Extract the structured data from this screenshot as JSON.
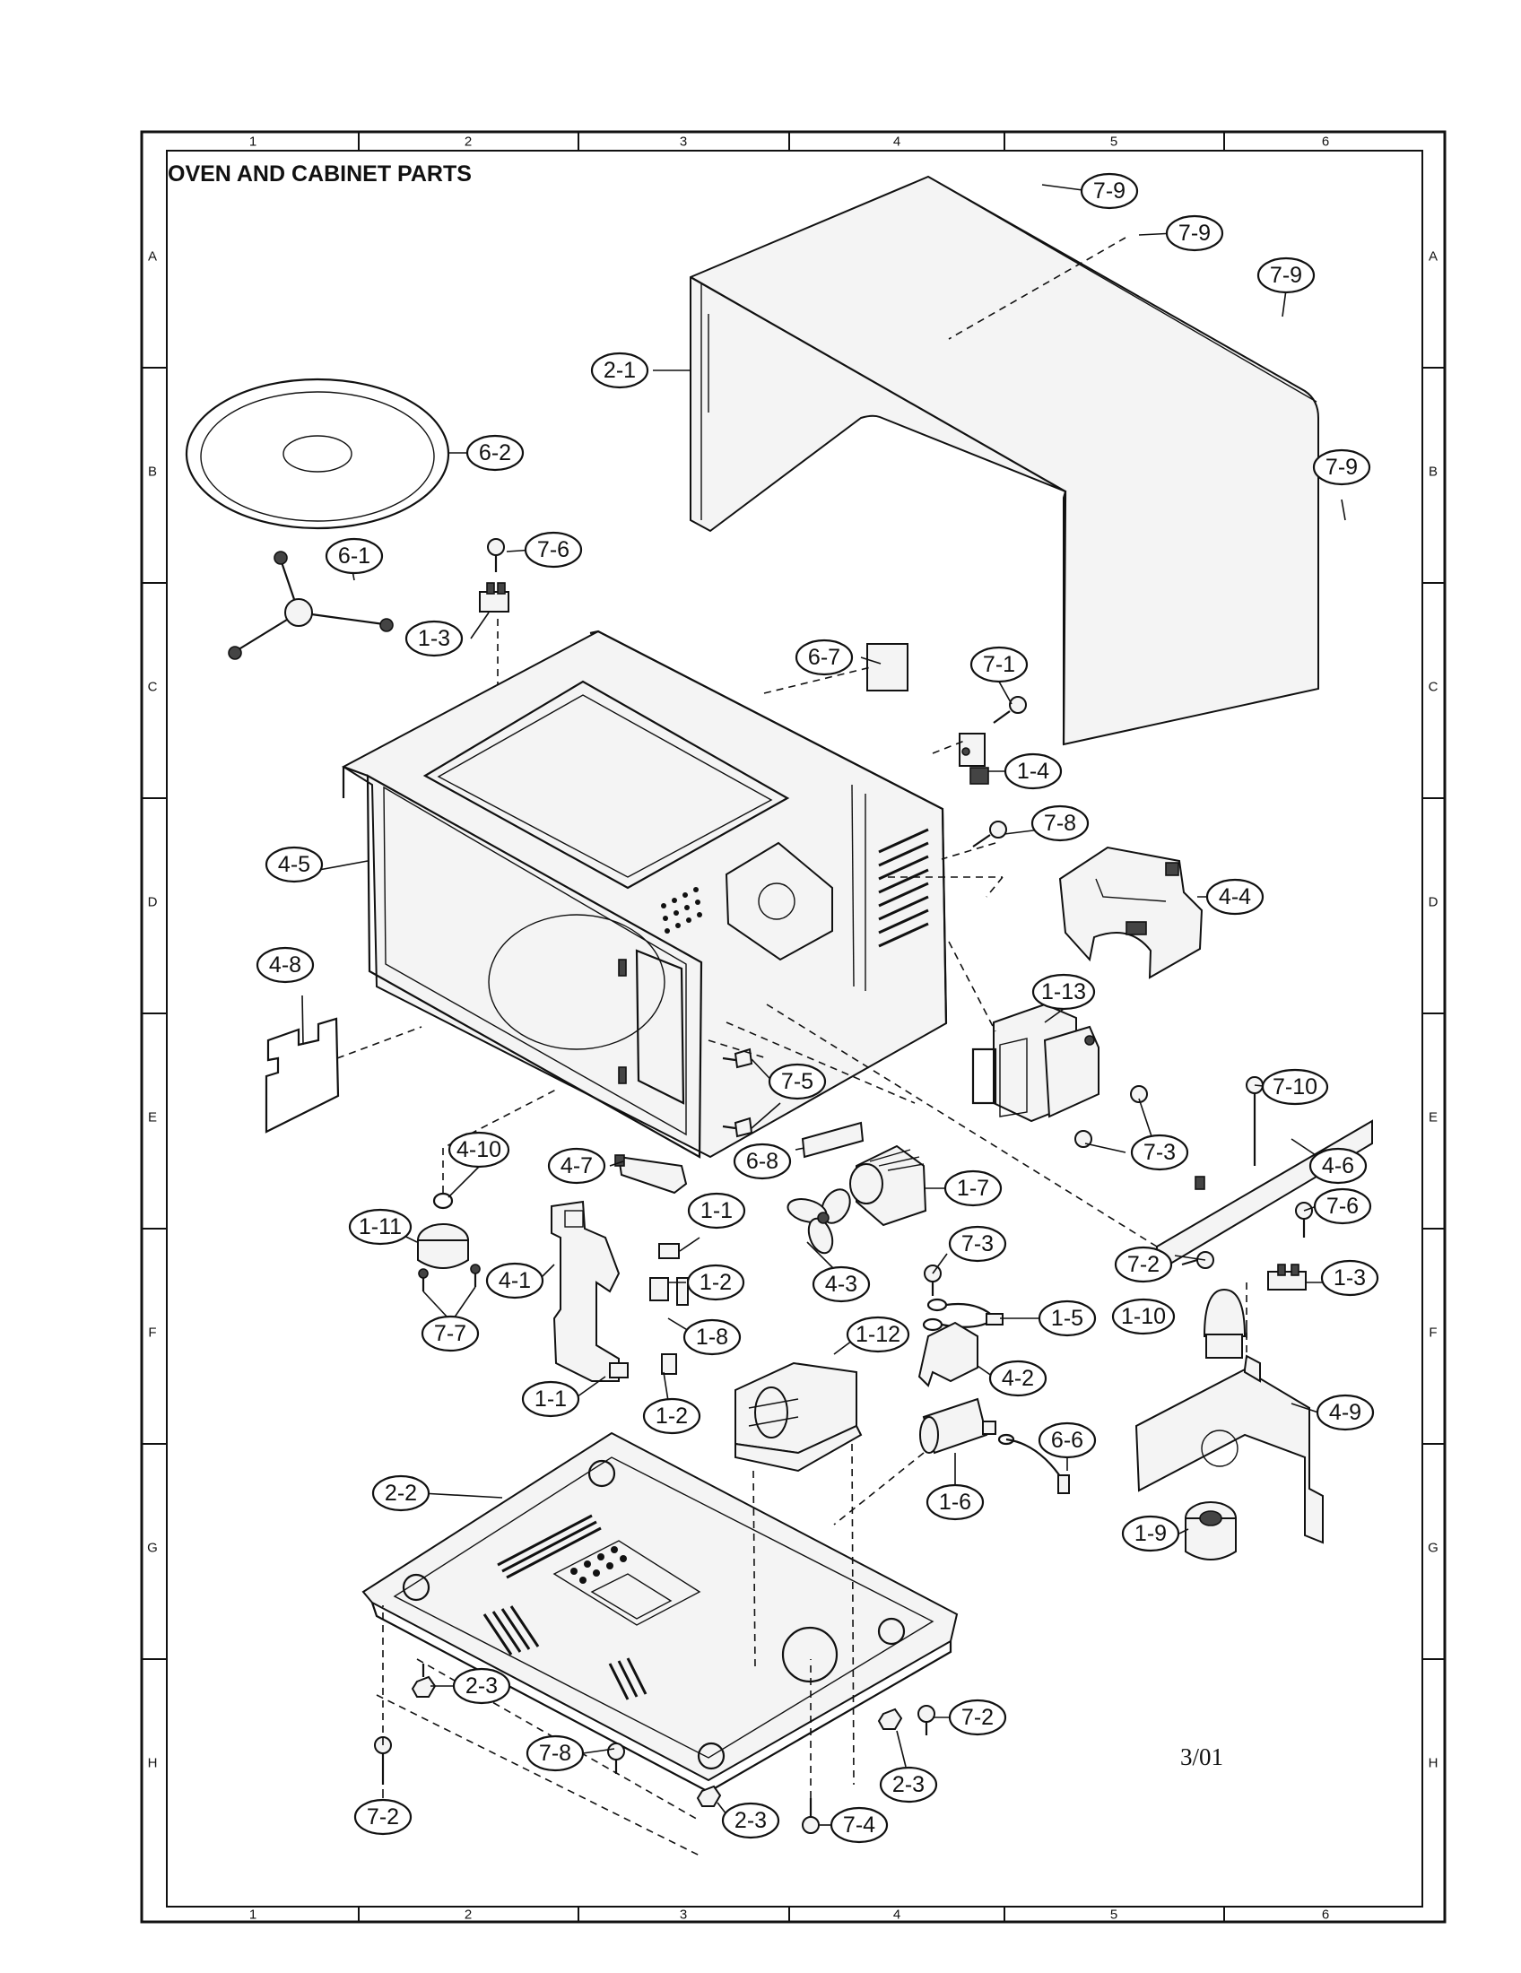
{
  "title": "OVEN AND CABINET PARTS",
  "date_code": "3/01",
  "grid": {
    "columns": [
      "1",
      "2",
      "3",
      "4",
      "5",
      "6"
    ],
    "rows": [
      "A",
      "B",
      "C",
      "D",
      "E",
      "F",
      "G",
      "H"
    ]
  },
  "callouts": [
    {
      "id": "c-7-9a",
      "label": "7-9"
    },
    {
      "id": "c-7-9b",
      "label": "7-9"
    },
    {
      "id": "c-7-9c",
      "label": "7-9"
    },
    {
      "id": "c-7-9d",
      "label": "7-9"
    },
    {
      "id": "c-2-1",
      "label": "2-1"
    },
    {
      "id": "c-6-2",
      "label": "6-2"
    },
    {
      "id": "c-6-1",
      "label": "6-1"
    },
    {
      "id": "c-7-6a",
      "label": "7-6"
    },
    {
      "id": "c-1-3a",
      "label": "1-3"
    },
    {
      "id": "c-6-7",
      "label": "6-7"
    },
    {
      "id": "c-7-1",
      "label": "7-1"
    },
    {
      "id": "c-1-4",
      "label": "1-4"
    },
    {
      "id": "c-7-8a",
      "label": "7-8"
    },
    {
      "id": "c-4-5",
      "label": "4-5"
    },
    {
      "id": "c-4-4",
      "label": "4-4"
    },
    {
      "id": "c-1-13",
      "label": "1-13"
    },
    {
      "id": "c-4-8",
      "label": "4-8"
    },
    {
      "id": "c-7-5",
      "label": "7-5"
    },
    {
      "id": "c-7-10",
      "label": "7-10"
    },
    {
      "id": "c-7-3a",
      "label": "7-3"
    },
    {
      "id": "c-4-6",
      "label": "4-6"
    },
    {
      "id": "c-4-10",
      "label": "4-10"
    },
    {
      "id": "c-4-7",
      "label": "4-7"
    },
    {
      "id": "c-6-8",
      "label": "6-8"
    },
    {
      "id": "c-1-7",
      "label": "1-7"
    },
    {
      "id": "c-7-6b",
      "label": "7-6"
    },
    {
      "id": "c-1-11",
      "label": "1-11"
    },
    {
      "id": "c-1-1a",
      "label": "1-1"
    },
    {
      "id": "c-4-3",
      "label": "4-3"
    },
    {
      "id": "c-7-3b",
      "label": "7-3"
    },
    {
      "id": "c-7-2a",
      "label": "7-2"
    },
    {
      "id": "c-1-3b",
      "label": "1-3"
    },
    {
      "id": "c-4-1",
      "label": "4-1"
    },
    {
      "id": "c-1-2a",
      "label": "1-2"
    },
    {
      "id": "c-1-5",
      "label": "1-5"
    },
    {
      "id": "c-7-7",
      "label": "7-7"
    },
    {
      "id": "c-1-8",
      "label": "1-8"
    },
    {
      "id": "c-1-12",
      "label": "1-12"
    },
    {
      "id": "c-1-10",
      "label": "1-10"
    },
    {
      "id": "c-4-2",
      "label": "4-2"
    },
    {
      "id": "c-1-1b",
      "label": "1-1"
    },
    {
      "id": "c-1-2b",
      "label": "1-2"
    },
    {
      "id": "c-4-9",
      "label": "4-9"
    },
    {
      "id": "c-6-6",
      "label": "6-6"
    },
    {
      "id": "c-2-2",
      "label": "2-2"
    },
    {
      "id": "c-1-6",
      "label": "1-6"
    },
    {
      "id": "c-1-9",
      "label": "1-9"
    },
    {
      "id": "c-2-3a",
      "label": "2-3"
    },
    {
      "id": "c-7-2b",
      "label": "7-2"
    },
    {
      "id": "c-7-8b",
      "label": "7-8"
    },
    {
      "id": "c-2-3b",
      "label": "2-3"
    },
    {
      "id": "c-7-2c",
      "label": "7-2"
    },
    {
      "id": "c-2-3c",
      "label": "2-3"
    },
    {
      "id": "c-7-4",
      "label": "7-4"
    }
  ]
}
